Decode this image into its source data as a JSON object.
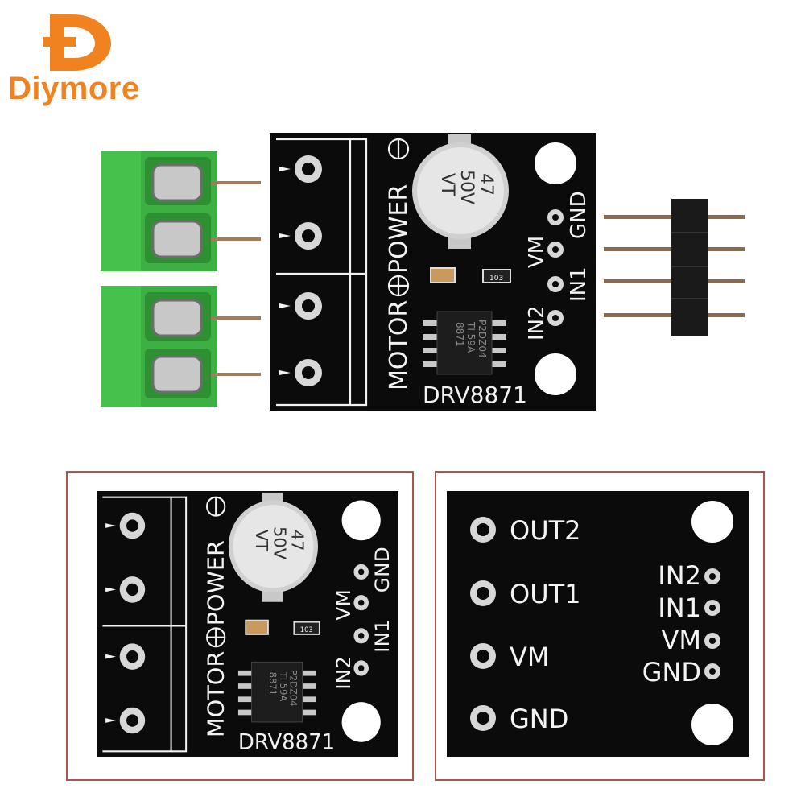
{
  "brand": {
    "name": "Diymore",
    "color": "#f0831f",
    "logo_icon": "letter-d-logo-icon"
  },
  "board": {
    "chip_label": "DRV8871",
    "power_label": "POWER",
    "motor_label": "MOTOR",
    "header_pins": [
      "GND",
      "VM",
      "IN1",
      "IN2"
    ],
    "capacitor_text": [
      "47",
      "50V",
      "VT"
    ],
    "ic_markings": [
      "8871",
      "TI 59A",
      "P2DZ04"
    ],
    "resistor_code": "103"
  },
  "back_side": {
    "left_pins": [
      "OUT2",
      "OUT1",
      "VM",
      "GND"
    ],
    "right_pins": [
      "IN2",
      "IN1",
      "VM",
      "GND"
    ]
  },
  "colors": {
    "pcb": "#0b0b0b",
    "silkscreen": "#f2f2f2",
    "terminal_block": "#3cb043",
    "frame": "#a9574a"
  }
}
